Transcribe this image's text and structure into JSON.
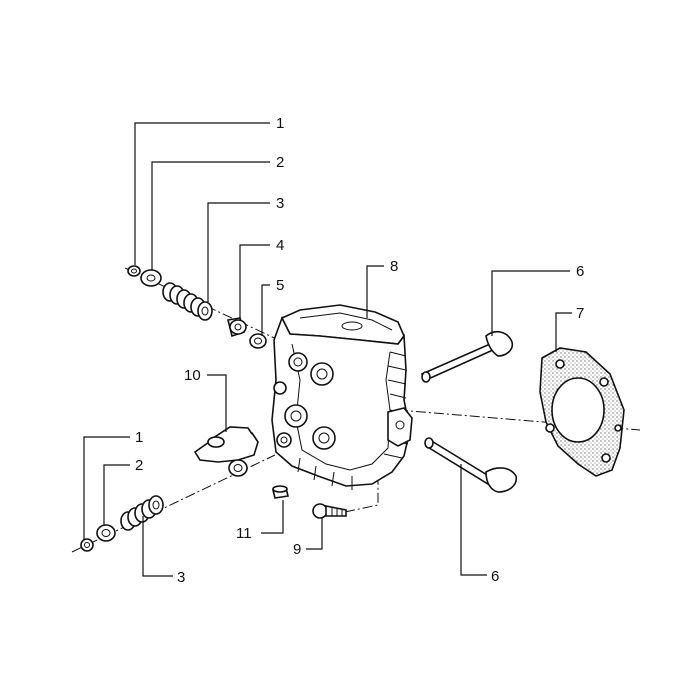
{
  "figure": {
    "colors": {
      "ink": "#111111",
      "paper": "#ffffff"
    },
    "callouts": {
      "c1_top": "1",
      "c2_top": "2",
      "c3_top": "3",
      "c4": "4",
      "c5": "5",
      "c6_top": "6",
      "c7": "7",
      "c8": "8",
      "c10": "10",
      "c1_bottom": "1",
      "c2_bottom": "2",
      "c3_bottom": "3",
      "c11": "11",
      "c9": "9",
      "c6_bottom": "6"
    }
  }
}
